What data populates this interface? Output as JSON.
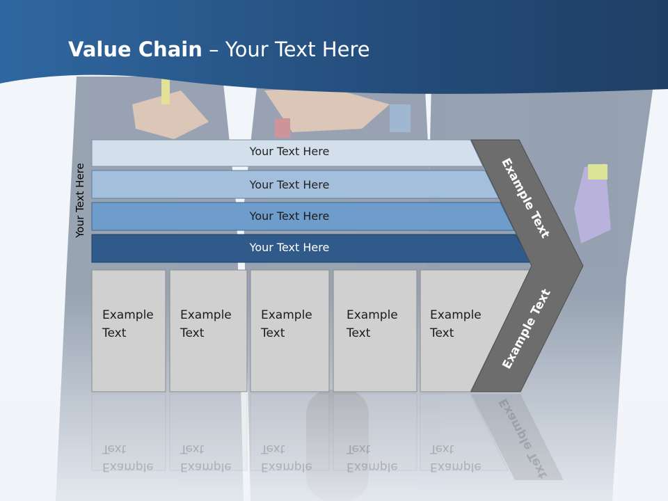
{
  "slide": {
    "title_bold": "Value Chain",
    "title_rest": " – Your Text Here",
    "side_label": "Your Text Here"
  },
  "rows": [
    {
      "label": "Your Text Here",
      "color": "#d3e0ec"
    },
    {
      "label": "Your Text Here",
      "color": "#a3bfdc"
    },
    {
      "label": "Your Text Here",
      "color": "#6e9ccb"
    },
    {
      "label": "Your Text Here",
      "color": "#2f5a8a"
    }
  ],
  "boxes": [
    {
      "line1": "Example",
      "line2": "Text"
    },
    {
      "line1": "Example",
      "line2": "Text"
    },
    {
      "line1": "Example",
      "line2": "Text"
    },
    {
      "line1": "Example",
      "line2": "Text"
    },
    {
      "line1": "Example",
      "line2": "Text"
    }
  ],
  "chevron": {
    "upper_text": "Example Text",
    "lower_text": "Example Text",
    "color": "#6d6d6d"
  },
  "colors": {
    "header": "#2e5f8f",
    "box_fill": "#d0d0d0",
    "box_stroke": "#8a8a8a"
  }
}
